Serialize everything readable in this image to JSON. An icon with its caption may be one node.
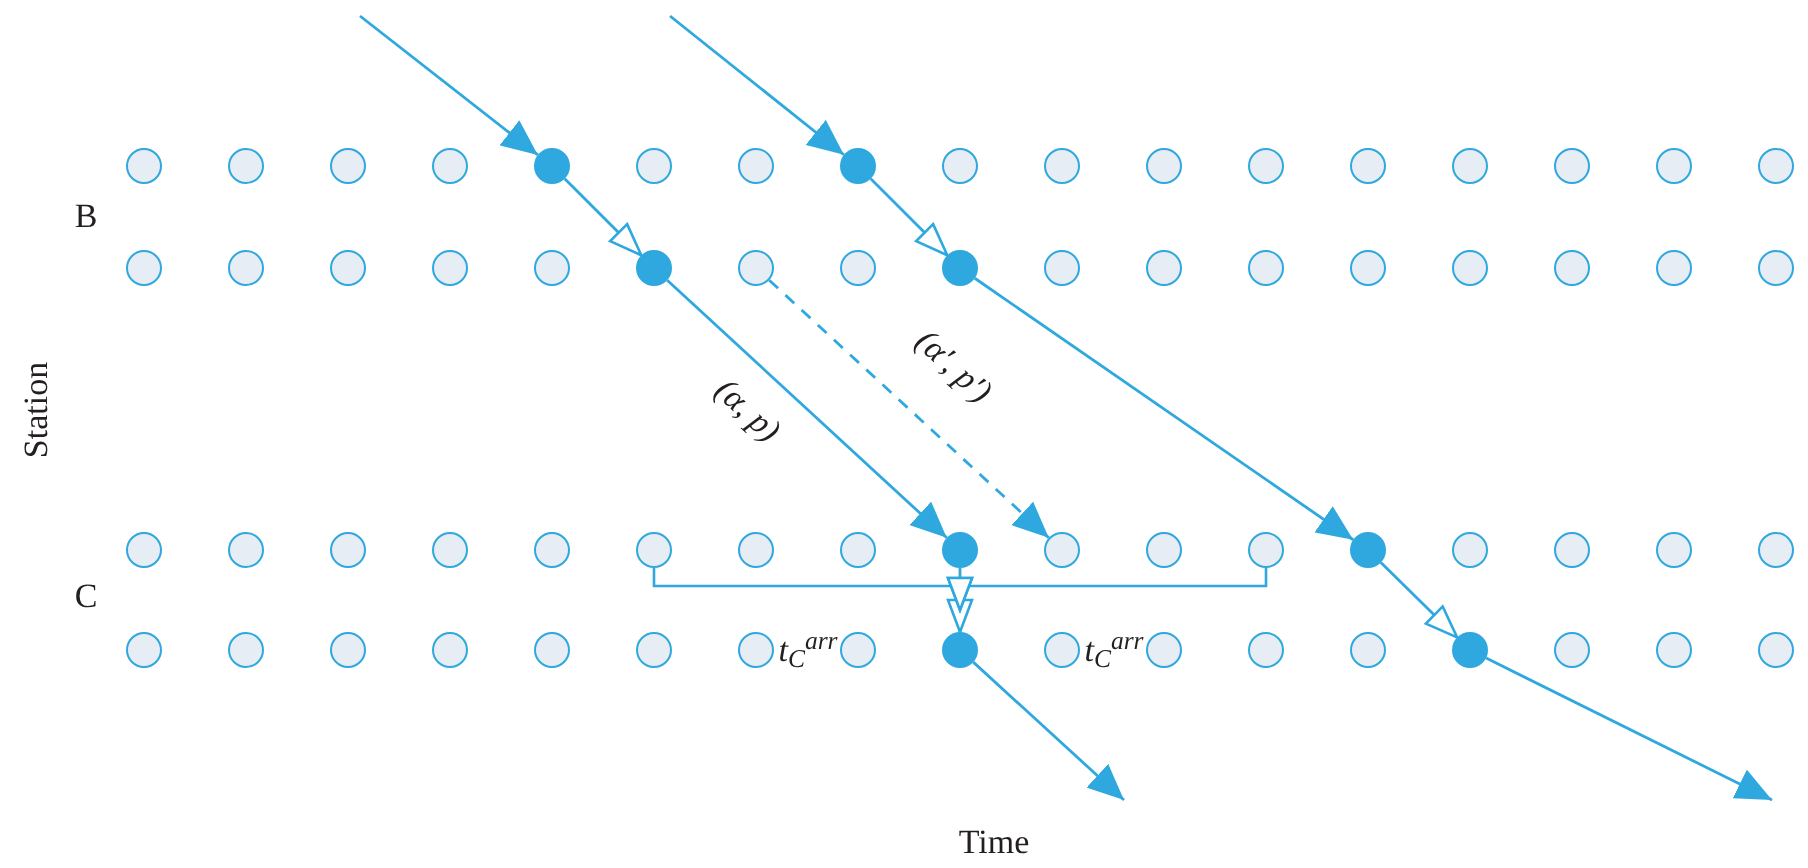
{
  "diagram": {
    "nodes": [
      {
        "text": [],
        "shape": "circle"
      },
      {
        "text": [],
        "shape": "circle"
      },
      {
        "text": [],
        "shape": "circle"
      },
      {
        "text": [],
        "shape": "circle"
      },
      {
        "text": [],
        "shape": "dot"
      },
      {
        "text": [],
        "shape": "circle"
      },
      {
        "text": [],
        "shape": "circle"
      },
      {
        "text": [],
        "shape": "dot"
      },
      {
        "text": [],
        "shape": "circle"
      },
      {
        "text": [],
        "shape": "circle"
      },
      {
        "text": [],
        "shape": "circle"
      },
      {
        "text": [],
        "shape": "circle"
      },
      {
        "text": [],
        "shape": "circle"
      },
      {
        "text": [],
        "shape": "circle"
      },
      {
        "text": [],
        "shape": "circle"
      },
      {
        "text": [],
        "shape": "circle"
      },
      {
        "text": [],
        "shape": "circle"
      },
      {
        "text": [],
        "shape": "circle"
      },
      {
        "text": [],
        "shape": "circle"
      },
      {
        "text": [],
        "shape": "circle"
      },
      {
        "text": [],
        "shape": "circle"
      },
      {
        "text": [],
        "shape": "circle"
      },
      {
        "text": [],
        "shape": "dot"
      },
      {
        "text": [],
        "shape": "circle"
      },
      {
        "text": [],
        "shape": "circle"
      },
      {
        "text": [],
        "shape": "dot"
      },
      {
        "text": [],
        "shape": "circle"
      },
      {
        "text": [],
        "shape": "circle"
      },
      {
        "text": [],
        "shape": "circle"
      },
      {
        "text": [],
        "shape": "circle"
      },
      {
        "text": [],
        "shape": "circle"
      },
      {
        "text": [],
        "shape": "circle"
      },
      {
        "text": [],
        "shape": "circle"
      },
      {
        "text": [],
        "shape": "circle"
      },
      {
        "text": [],
        "shape": "circle"
      },
      {
        "text": [],
        "shape": "circle"
      },
      {
        "text": [],
        "shape": "circle"
      },
      {
        "text": [],
        "shape": "circle"
      },
      {
        "text": [],
        "shape": "circle"
      },
      {
        "text": [],
        "shape": "circle"
      },
      {
        "text": [],
        "shape": "circle"
      },
      {
        "text": [],
        "shape": "circle"
      },
      {
        "text": [],
        "shape": "dot"
      },
      {
        "text": [],
        "shape": "circle"
      },
      {
        "text": [],
        "shape": "circle"
      },
      {
        "text": [],
        "shape": "circle"
      },
      {
        "text": [],
        "shape": "dot"
      },
      {
        "text": [],
        "shape": "circle"
      },
      {
        "text": [],
        "shape": "circle"
      },
      {
        "text": [],
        "shape": "circle"
      },
      {
        "text": [],
        "shape": "circle"
      },
      {
        "text": [],
        "shape": "circle"
      },
      {
        "text": [],
        "shape": "circle"
      },
      {
        "text": [],
        "shape": "circle"
      },
      {
        "text": [],
        "shape": "circle"
      },
      {
        "text": [],
        "shape": "circle"
      },
      {
        "text": [],
        "shape": "circle"
      },
      {
        "text": [],
        "shape": "circle"
      },
      {
        "text": [],
        "shape": "circle"
      },
      {
        "text": [],
        "shape": "dot"
      },
      {
        "text": [],
        "shape": "circle"
      },
      {
        "text": [],
        "shape": "circle"
      },
      {
        "text": [],
        "shape": "circle"
      },
      {
        "text": [],
        "shape": "circle"
      },
      {
        "text": [],
        "shape": "dot"
      },
      {
        "text": [],
        "shape": "circle"
      },
      {
        "text": [],
        "shape": "circle"
      },
      {
        "text": [],
        "shape": "circle"
      }
    ],
    "edges": [
      {
        "from": null,
        "to": 4,
        "arrow": "to"
      },
      {
        "from": 4,
        "to": 22,
        "arrow": "to"
      },
      {
        "from": 22,
        "to": 42,
        "arrow": "to",
        "label": "(α, p)"
      },
      {
        "from": 23,
        "to": 43,
        "arrow": "to",
        "label": "(α′, p′)",
        "style": "dashed"
      },
      {
        "from": 42,
        "to": 59,
        "arrow": "to"
      },
      {
        "from": 59,
        "to": null,
        "arrow": "to"
      },
      {
        "from": null,
        "to": 7,
        "arrow": "to"
      },
      {
        "from": 7,
        "to": 25,
        "arrow": "to"
      },
      {
        "from": 25,
        "to": 46,
        "arrow": "to"
      },
      {
        "from": 46,
        "to": 64,
        "arrow": "to"
      },
      {
        "from": 64,
        "to": null,
        "arrow": "to"
      },
      {
        "from": 39,
        "to": 59,
        "arrow": "to"
      },
      {
        "from": 45,
        "to": 59,
        "arrow": "to"
      }
    ],
    "labels": [
      "B",
      "Station",
      "C",
      "t$_{C}$$^{arr}$",
      "t$_{C}$$^{arr}$",
      "Time"
    ]
  }
}
